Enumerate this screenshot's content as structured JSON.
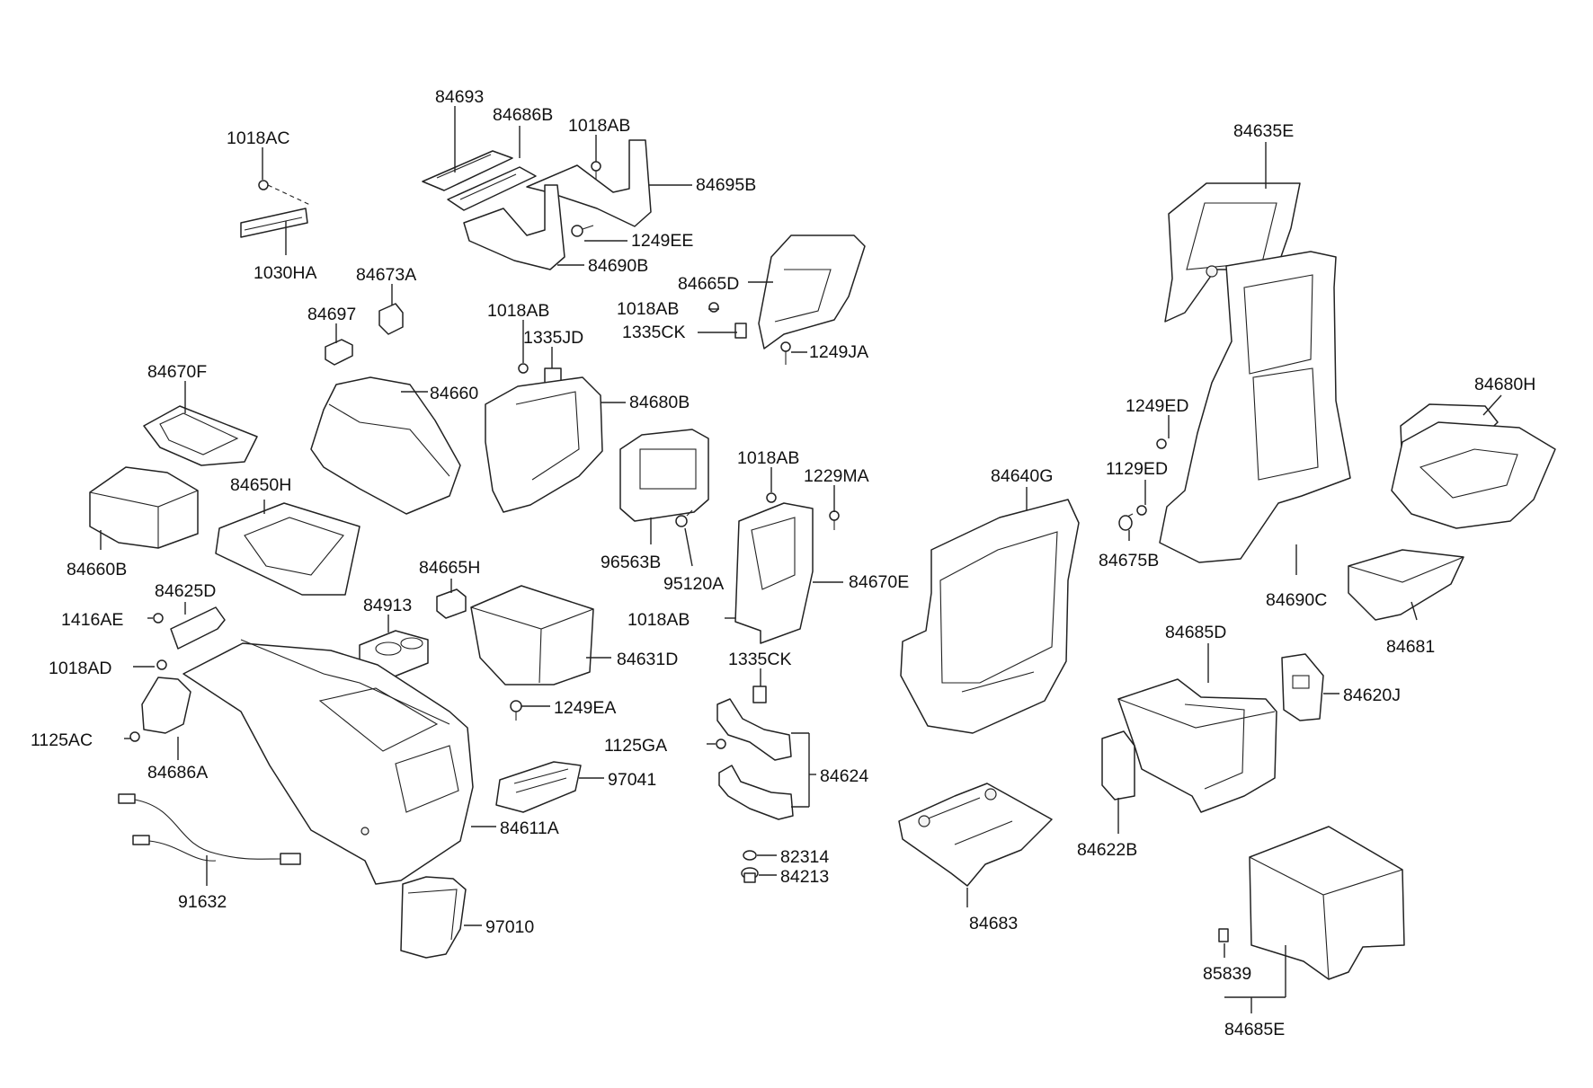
{
  "labels": {
    "p1018AC": "1018AC",
    "p1030HA": "1030HA",
    "p84693": "84693",
    "p84686B": "84686B",
    "p1018AB_a": "1018AB",
    "p84695B": "84695B",
    "p1249EE": "1249EE",
    "p84690B": "84690B",
    "p84635E": "84635E",
    "p84665D": "84665D",
    "p1018AB_b": "1018AB",
    "p1335CK_a": "1335CK",
    "p1249JA": "1249JA",
    "p84673A": "84673A",
    "p84697": "84697",
    "p1018AB_c": "1018AB",
    "p1335JD": "1335JD",
    "p84670F": "84670F",
    "p84660": "84660",
    "p84680B": "84680B",
    "p1249ED": "1249ED",
    "p84680H": "84680H",
    "p1018AB_d": "1018AB",
    "p1229MA": "1229MA",
    "p1129ED": "1129ED",
    "p84640G": "84640G",
    "p84660B": "84660B",
    "p84650H": "84650H",
    "p96563B": "96563B",
    "p95120A": "95120A",
    "p84675B": "84675B",
    "p84690C": "84690C",
    "p84670E": "84670E",
    "p84665H": "84665H",
    "p84625D": "84625D",
    "p84913": "84913",
    "p1416AE": "1416AE",
    "p1018AB_e": "1018AB",
    "p84681": "84681",
    "p84685D": "84685D",
    "p1335CK_b": "1335CK",
    "p84631D": "84631D",
    "p1018AD": "1018AD",
    "p84620J": "84620J",
    "p1249EA": "1249EA",
    "p1125GA": "1125GA",
    "p1125AC": "1125AC",
    "p84686A": "84686A",
    "p84624": "84624",
    "p97041": "97041",
    "p84611A": "84611A",
    "p84622B": "84622B",
    "p82314": "82314",
    "p84213": "84213",
    "p91632": "91632",
    "p84683": "84683",
    "p97010": "97010",
    "p85839": "85839",
    "p84685E": "84685E"
  }
}
